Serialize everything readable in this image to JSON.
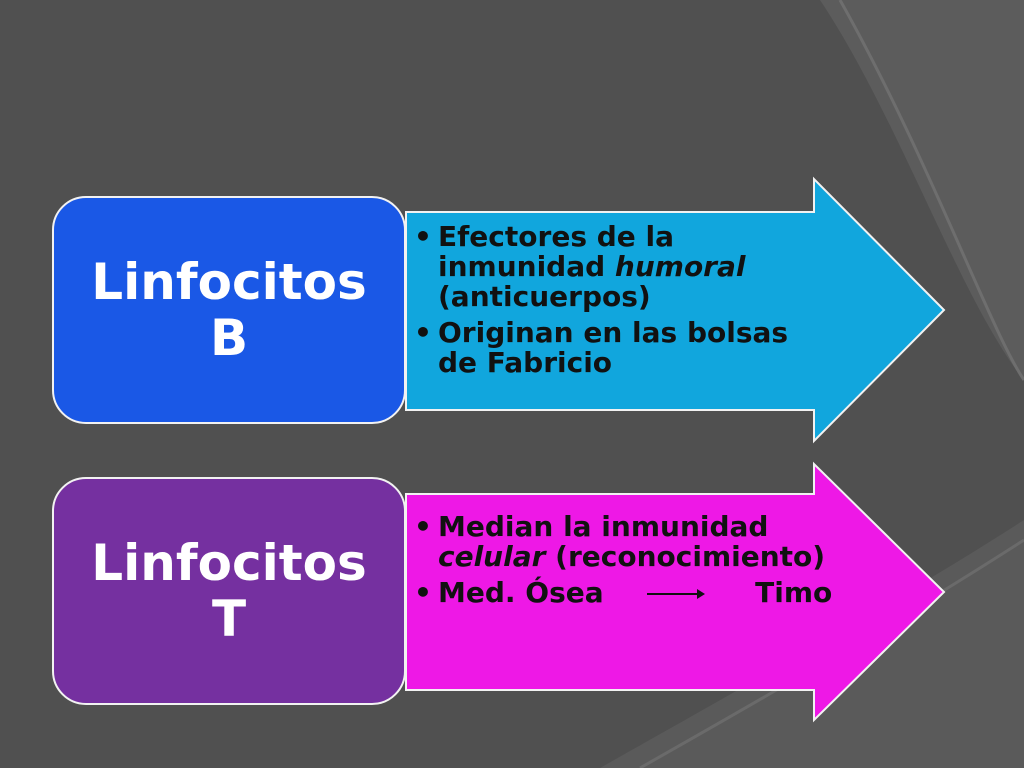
{
  "colors": {
    "background": "#505050",
    "bg_swoosh": "#6a6a6a",
    "box_b": "#1a58e6",
    "arrow_b": "#11a6dd",
    "box_t": "#7530a0",
    "arrow_t": "#ee18e6",
    "outline": "#f2f2f2"
  },
  "diagram": {
    "rows": [
      {
        "label_lines": [
          "Linfocitos",
          "B"
        ],
        "bullets": [
          {
            "parts": [
              {
                "text": "Efectores de la inmunidad ",
                "style": "normal"
              },
              {
                "text": "humoral",
                "style": "italic"
              },
              {
                "text": " (anticuerpos)",
                "style": "normal"
              }
            ]
          },
          {
            "parts": [
              {
                "text": "Originan en las bolsas de  Fabricio",
                "style": "normal"
              }
            ]
          }
        ]
      },
      {
        "label_lines": [
          "Linfocitos",
          "T"
        ],
        "bullets": [
          {
            "parts": [
              {
                "text": "Median la inmunidad ",
                "style": "normal"
              },
              {
                "text": "celular",
                "style": "italic"
              },
              {
                "text": " (reconocimiento)",
                "style": "normal"
              }
            ]
          },
          {
            "from": "Med. Ósea",
            "to": "Timo",
            "connector_icon": "right-arrow-icon"
          }
        ]
      }
    ],
    "bullet_glyph": "•"
  }
}
